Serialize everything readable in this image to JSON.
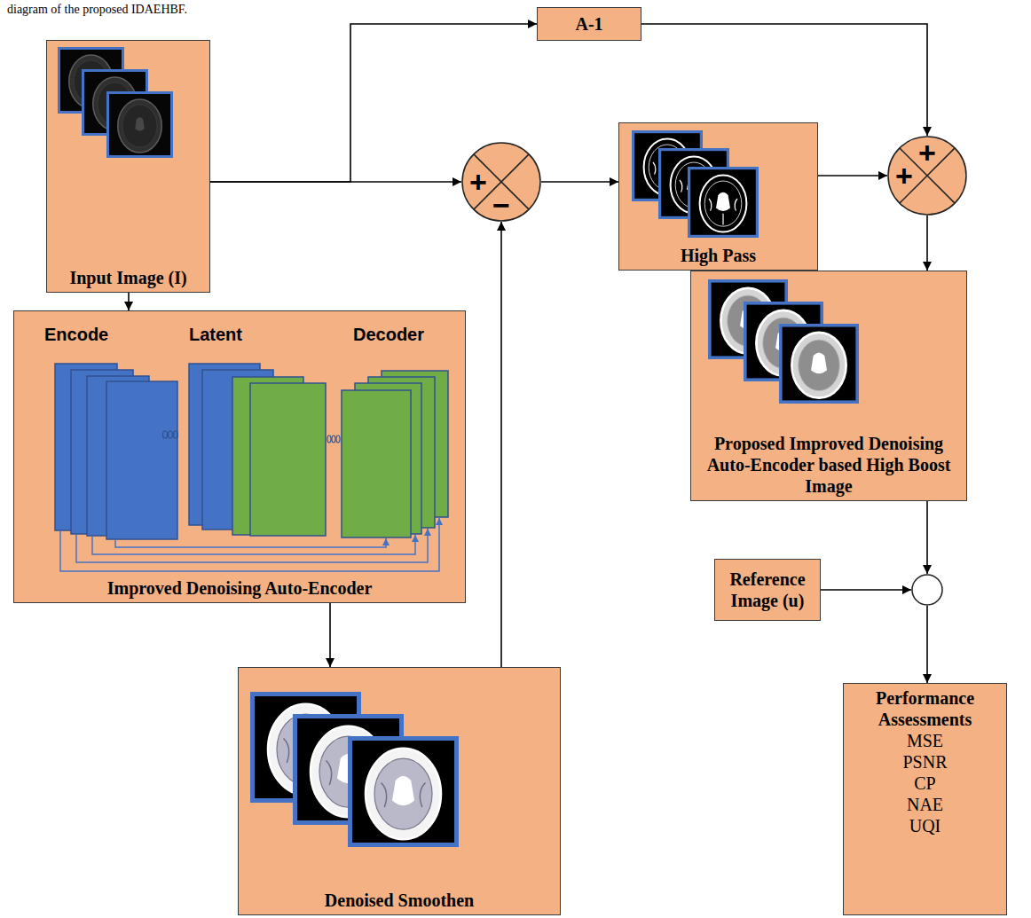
{
  "diagram": {
    "nodes": [
      {
        "text": [
          "Input Image (I)"
        ]
      },
      {
        "text": [
          "A-1"
        ]
      },
      {
        "text": [
          "+",
          "−"
        ]
      },
      {
        "text": [
          "High Pass"
        ]
      },
      {
        "text": [
          "+",
          "+"
        ]
      },
      {
        "text": [
          "Improved Denoising Auto-Encoder"
        ]
      },
      {
        "text": [
          "Denoised Smoothen"
        ]
      },
      {
        "text": [
          "Proposed Improved Denoising Auto-Encoder based High Boost Image"
        ]
      },
      {
        "text": [
          "Reference Image (u)"
        ]
      },
      {
        "text": []
      },
      {
        "text": [
          "Performance Assessments",
          "MSE",
          "PSNR",
          "CP",
          "NAE",
          "UQI"
        ]
      }
    ],
    "edges": [
      {
        "from": 0,
        "to": 2,
        "arrow": "to"
      },
      {
        "from": 0,
        "to": 1,
        "arrow": "to"
      },
      {
        "from": 0,
        "to": 5,
        "arrow": "to"
      },
      {
        "from": 5,
        "to": 6,
        "arrow": "to"
      },
      {
        "from": 6,
        "to": 2,
        "arrow": "to"
      },
      {
        "from": 2,
        "to": 3,
        "arrow": "to"
      },
      {
        "from": 3,
        "to": 4,
        "arrow": "to"
      },
      {
        "from": 1,
        "to": 4,
        "arrow": "to"
      },
      {
        "from": 4,
        "to": 7,
        "arrow": "to"
      },
      {
        "from": 7,
        "to": 9,
        "arrow": "to"
      },
      {
        "from": 8,
        "to": 9,
        "arrow": "to"
      },
      {
        "from": 9,
        "to": 10,
        "arrow": "to"
      }
    ],
    "labels": [
      "diagram of the proposed IDAEHBF.",
      "Encode",
      "Latent",
      "Decoder"
    ]
  }
}
